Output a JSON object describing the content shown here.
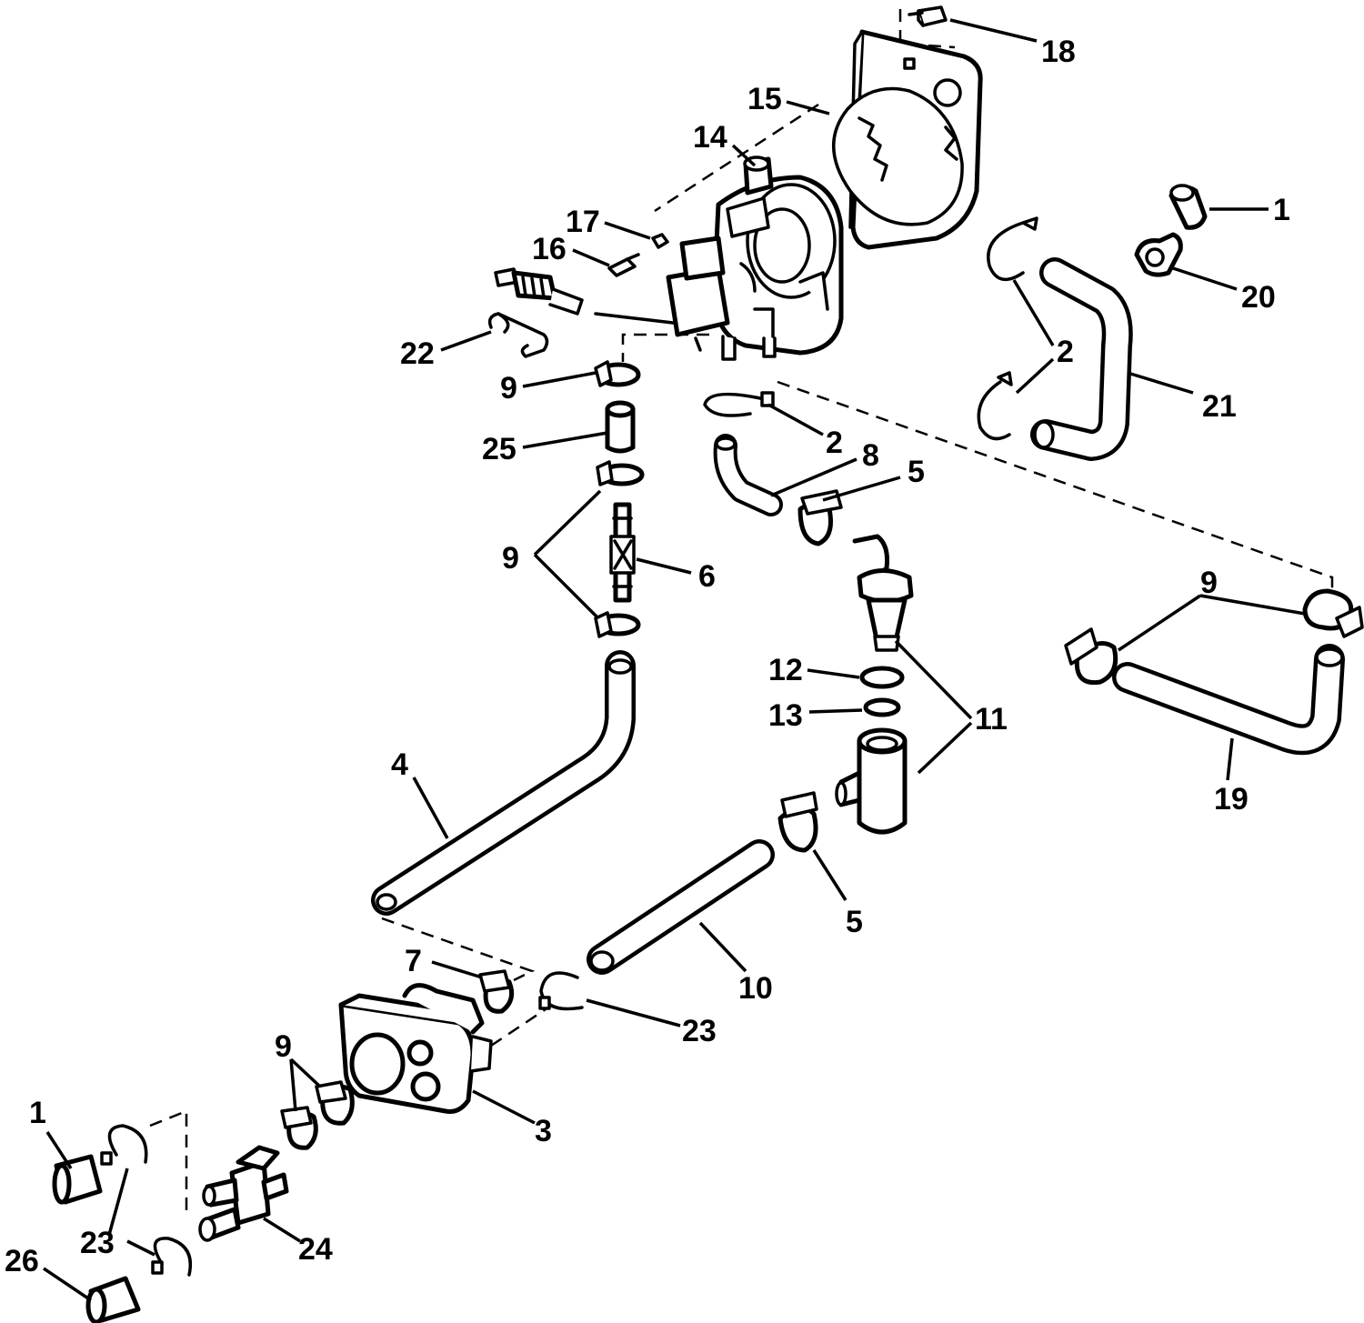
{
  "callouts": [
    {
      "id": "c18",
      "text": "18"
    },
    {
      "id": "c15",
      "text": "15"
    },
    {
      "id": "c14",
      "text": "14"
    },
    {
      "id": "c1a",
      "text": "1"
    },
    {
      "id": "c17",
      "text": "17"
    },
    {
      "id": "c16",
      "text": "16"
    },
    {
      "id": "c20",
      "text": "20"
    },
    {
      "id": "c22",
      "text": "22"
    },
    {
      "id": "c2a",
      "text": "2"
    },
    {
      "id": "c21",
      "text": "21"
    },
    {
      "id": "c9a",
      "text": "9"
    },
    {
      "id": "c2b",
      "text": "2"
    },
    {
      "id": "c25",
      "text": "25"
    },
    {
      "id": "c8",
      "text": "8"
    },
    {
      "id": "c5a",
      "text": "5"
    },
    {
      "id": "c9b",
      "text": "9"
    },
    {
      "id": "c6",
      "text": "6"
    },
    {
      "id": "c9c",
      "text": "9"
    },
    {
      "id": "c12",
      "text": "12"
    },
    {
      "id": "c13",
      "text": "13"
    },
    {
      "id": "c11",
      "text": "11"
    },
    {
      "id": "c19",
      "text": "19"
    },
    {
      "id": "c4",
      "text": "4"
    },
    {
      "id": "c5b",
      "text": "5"
    },
    {
      "id": "c10",
      "text": "10"
    },
    {
      "id": "c7",
      "text": "7"
    },
    {
      "id": "c23a",
      "text": "23"
    },
    {
      "id": "c9d",
      "text": "9"
    },
    {
      "id": "c3",
      "text": "3"
    },
    {
      "id": "c1b",
      "text": "1"
    },
    {
      "id": "c23b",
      "text": "23"
    },
    {
      "id": "c24",
      "text": "24"
    },
    {
      "id": "c26",
      "text": "26"
    }
  ]
}
